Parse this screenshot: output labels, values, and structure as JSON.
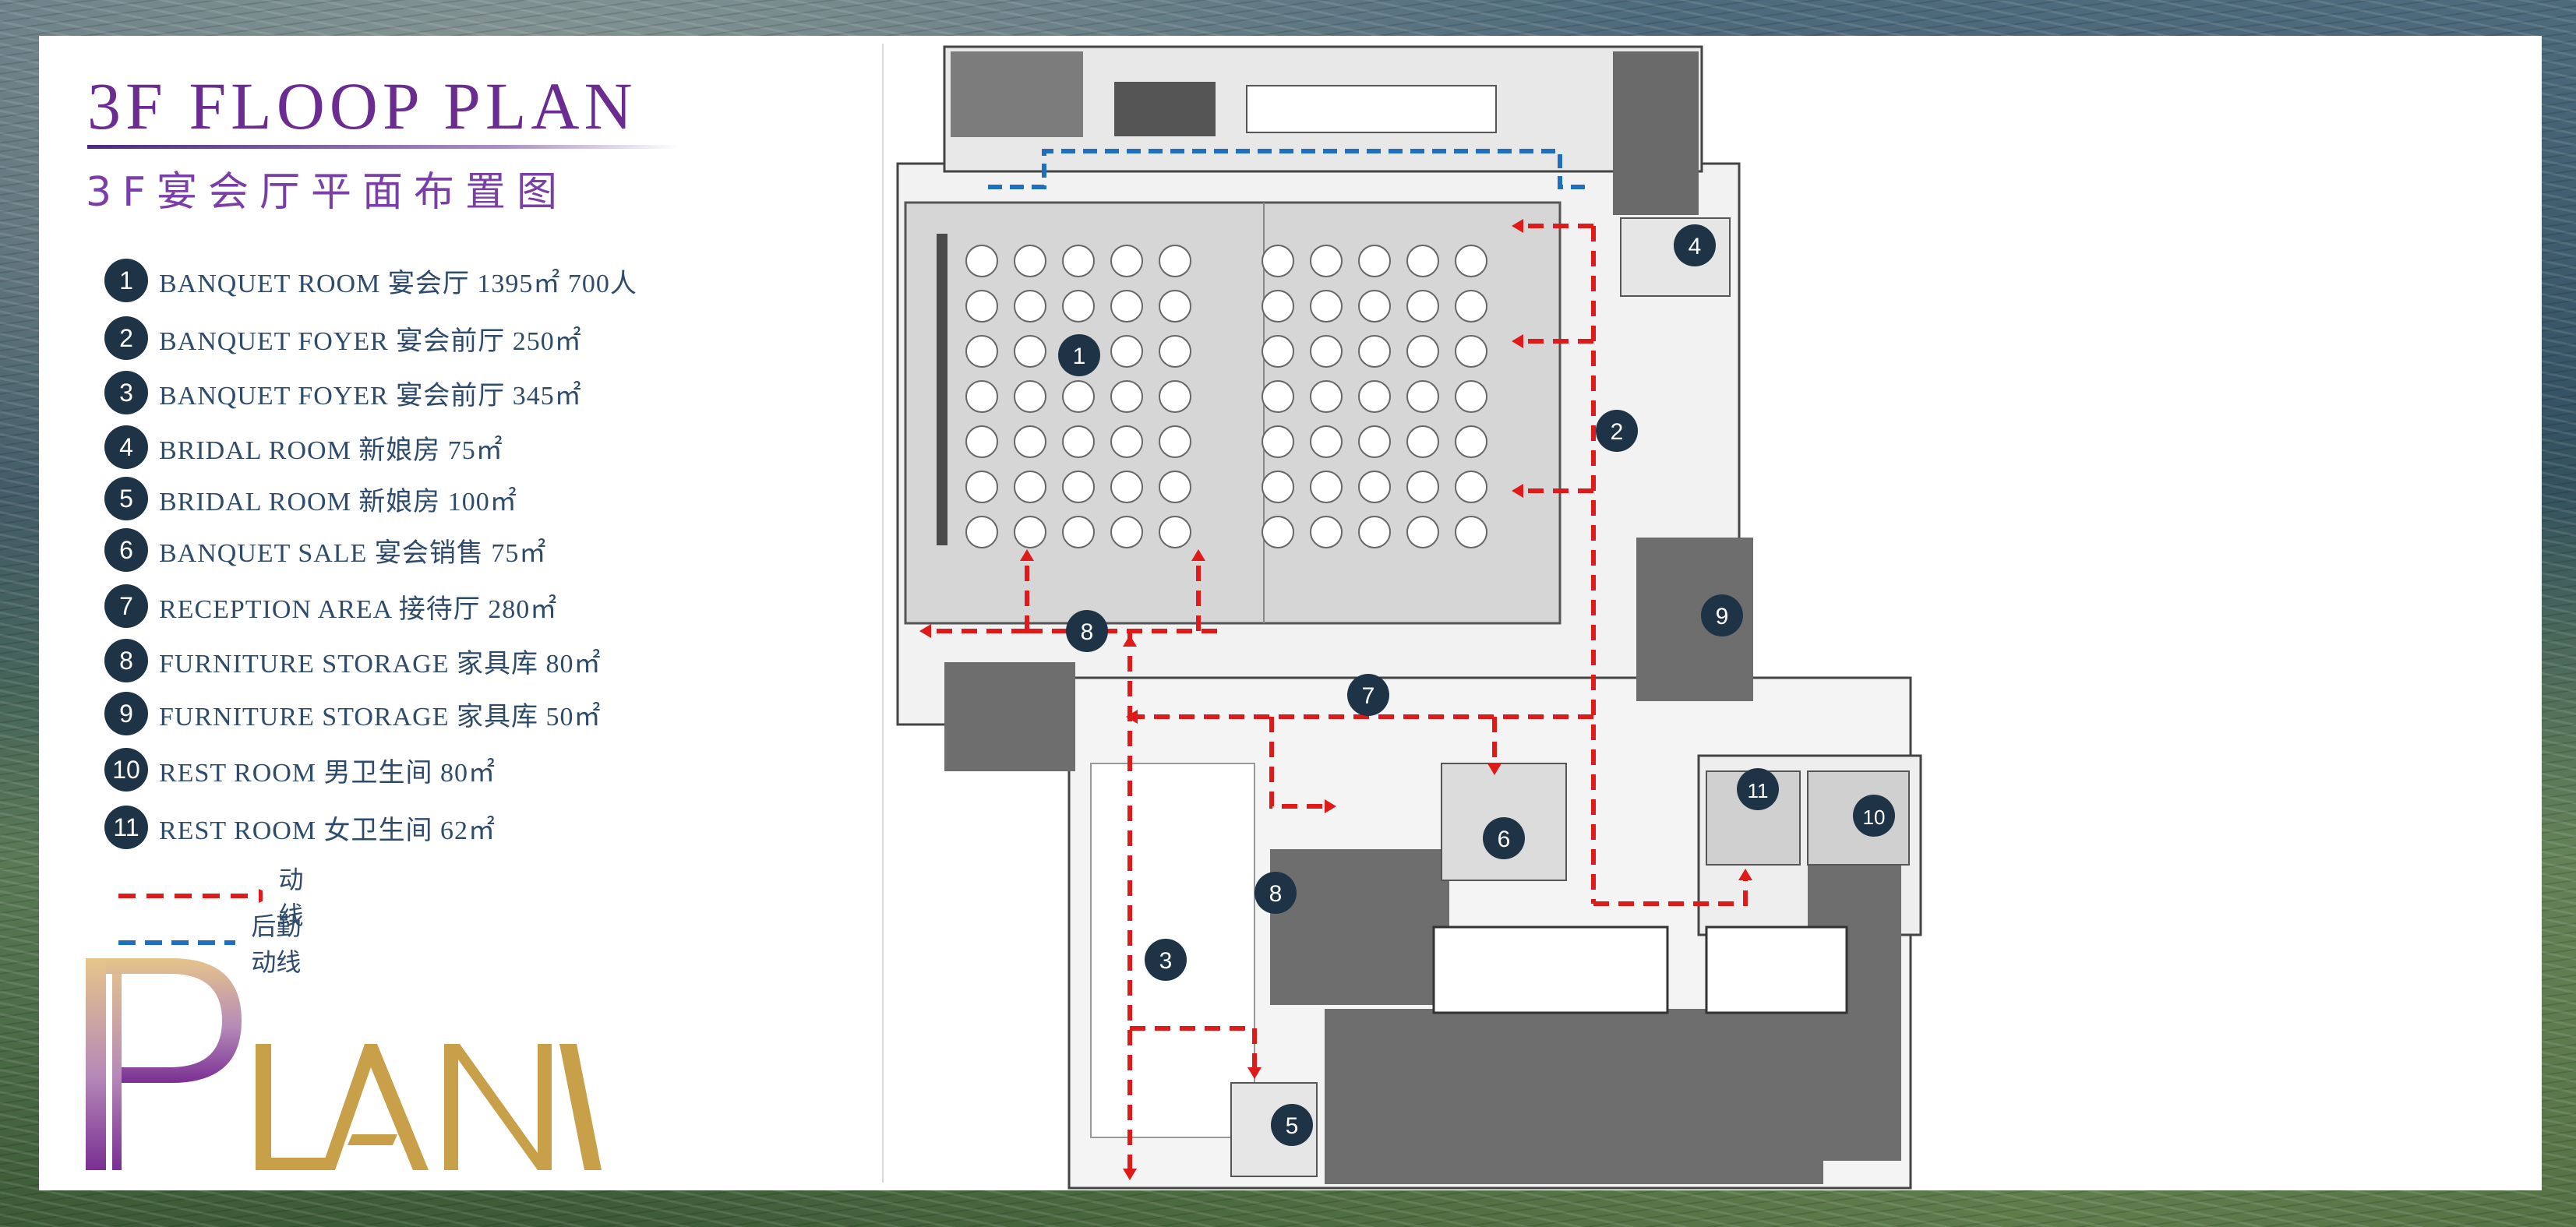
{
  "title": {
    "en": "3F FLOOP PLAN",
    "cn": "3F宴会厅平面布置图"
  },
  "legend": [
    {
      "num": "1",
      "text": "BANQUET ROOM   宴会厅   1395㎡    700人"
    },
    {
      "num": "2",
      "text": "BANQUET FOYER  宴会前厅 250㎡"
    },
    {
      "num": "3",
      "text": "BANQUET FOYER  宴会前厅 345㎡"
    },
    {
      "num": "4",
      "text": "BRIDAL ROOM  新娘房  75㎡"
    },
    {
      "num": "5",
      "text": "BRIDAL ROOM  新娘房  100㎡"
    },
    {
      "num": "6",
      "text": "BANQUET SALE  宴会销售  75㎡"
    },
    {
      "num": "7",
      "text": "RECEPTION AREA  接待厅    280㎡"
    },
    {
      "num": "8",
      "text": "FURNITURE STORAGE 家具库  80㎡"
    },
    {
      "num": "9",
      "text": "FURNITURE STORAGE 家具库  50㎡"
    },
    {
      "num": "10",
      "text": "REST ROOM   男卫生间  80㎡"
    },
    {
      "num": "11",
      "text": "REST ROOM   女卫生间  62㎡"
    }
  ],
  "line_legend": [
    {
      "label": "动线",
      "color": "#e01919",
      "style": "red-dashed-arrow"
    },
    {
      "label": "后勤动线",
      "color": "#1f6fbf",
      "style": "blue-dashed"
    }
  ],
  "logo": {
    "text": "PLAN",
    "colors": [
      "#c8a04a",
      "#7a3fa6"
    ]
  },
  "plan_markers": [
    {
      "num": "1"
    },
    {
      "num": "2"
    },
    {
      "num": "3"
    },
    {
      "num": "4"
    },
    {
      "num": "5"
    },
    {
      "num": "6"
    },
    {
      "num": "7"
    },
    {
      "num": "8"
    },
    {
      "num": "8"
    },
    {
      "num": "9"
    },
    {
      "num": "10"
    },
    {
      "num": "11"
    }
  ],
  "colors": {
    "marker_fill": "#1f3347",
    "flow_red": "#e01919",
    "logistics_blue": "#1f6fbf",
    "title_purple": "#6b2c91",
    "storage_gray": "#6e6e6e"
  }
}
